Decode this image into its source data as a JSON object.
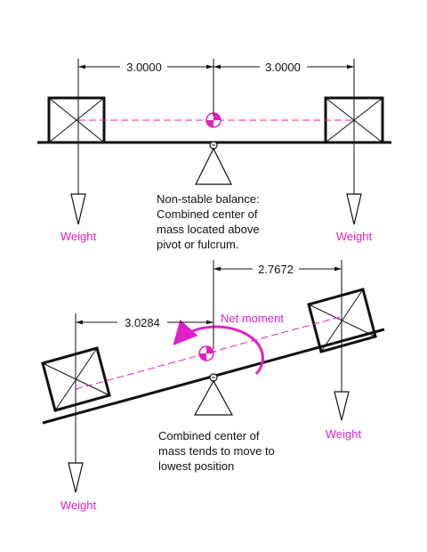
{
  "diagram": {
    "top": {
      "dim_left": "3.0000",
      "dim_right": "3.0000",
      "weight_left": "Weight",
      "weight_right": "Weight",
      "note_lines": [
        "Non-stable balance:",
        "Combined center of",
        "mass located above",
        "pivot or fulcrum."
      ]
    },
    "bottom": {
      "dim_left": "3.0284",
      "dim_right": "2.7672",
      "net_moment": "Net moment",
      "weight_left": "Weight",
      "weight_right": "Weight",
      "note_lines": [
        "Combined center of",
        "mass tends to move to",
        "lowest position"
      ]
    }
  },
  "colors": {
    "line": "#111111",
    "accent": "#e020c8"
  }
}
